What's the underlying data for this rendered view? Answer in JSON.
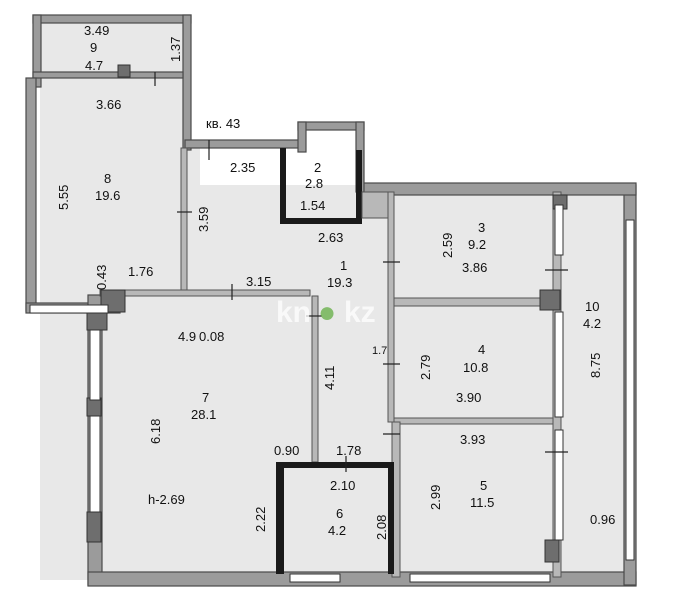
{
  "plan": {
    "apartment_label": "кв. 43",
    "watermark": {
      "text_a": "kn",
      "text_dot": "●",
      "text_b": "kz"
    },
    "rooms": {
      "r9": {
        "number": "9",
        "area": "4.7",
        "dim_w": "3.49",
        "dim_h": "1.37"
      },
      "r8": {
        "number": "8",
        "area": "19.6",
        "dim_w": "3.66",
        "dim_h": "5.55",
        "dim_b": "1.76",
        "dim_c": "0.43"
      },
      "r2": {
        "number": "2",
        "area": "2.8",
        "dim_w": "2.35",
        "dim_h": "1.54"
      },
      "r1": {
        "number": "1",
        "area": "19.3",
        "dim_a": "3.59",
        "dim_b": "2.63",
        "dim_c": "3.15"
      },
      "r3": {
        "number": "3",
        "area": "9.2",
        "dim_w": "3.86",
        "dim_h": "2.59"
      },
      "r10": {
        "number": "10",
        "area": "4.2",
        "dim_h": "8.75",
        "dim_w": "0.96"
      },
      "r4": {
        "number": "4",
        "area": "10.8",
        "dim_w": "3.90",
        "dim_h": "2.79"
      },
      "r7": {
        "number": "7",
        "area": "28.1",
        "dim_top": "4.9",
        "dim_top2": "0.08",
        "dim_h": "6.18",
        "dim_h2": "4.11",
        "dim_ceiling": "h-2.69",
        "dim_c": "0.90"
      },
      "r5": {
        "number": "5",
        "area": "11.5",
        "dim_w": "3.93",
        "dim_h": "2.99",
        "dim_a": "1.78"
      },
      "r6": {
        "number": "6",
        "area": "4.2",
        "dim_w": "2.10",
        "dim_h": "2.08",
        "dim_h2": "2.22"
      }
    },
    "corridor_mark": "1.7"
  }
}
